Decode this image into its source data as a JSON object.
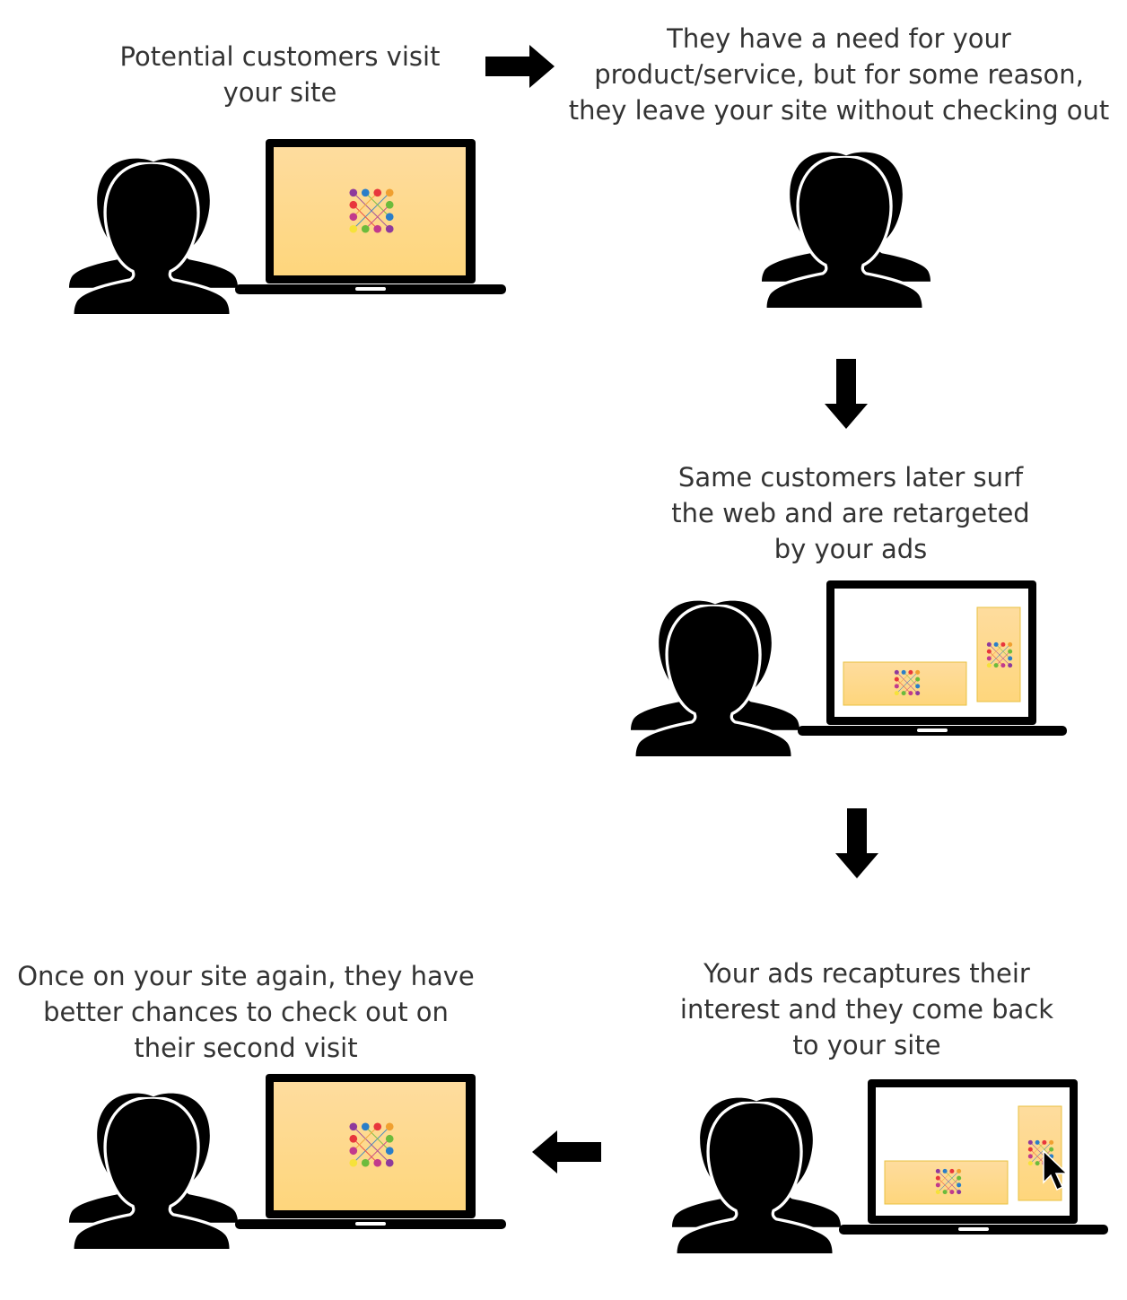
{
  "steps": [
    {
      "id": "visit",
      "lines": [
        "Potential customers visit",
        "your site"
      ]
    },
    {
      "id": "leave",
      "lines": [
        "They have a need for your",
        "product/service, but for some reason,",
        "they leave your site without checking out"
      ]
    },
    {
      "id": "retarget",
      "lines": [
        "Same customers later surf",
        "the web and are retargeted",
        "by your ads"
      ]
    },
    {
      "id": "recapture",
      "lines": [
        "Your ads recaptures their",
        "interest and they come back",
        "to your site"
      ]
    },
    {
      "id": "checkout",
      "lines": [
        "Once on your site again, they have",
        "better chances to check out on",
        "their second visit"
      ]
    }
  ],
  "colors": {
    "ink": "#000000",
    "text": "#333333",
    "screen_top": "#fedc9e",
    "screen_bottom": "#fed67c",
    "ad_border": "#e8c040",
    "logo_dots": [
      "#8e3a9c",
      "#2a7ec8",
      "#e8363c",
      "#f0a030",
      "#f6e23a",
      "#6cbb3c",
      "#c23a8c",
      "#e8e830"
    ]
  },
  "icons": [
    "people-icon",
    "laptop-icon",
    "site-logo-icon",
    "mouse-cursor-icon",
    "arrow-icon"
  ]
}
